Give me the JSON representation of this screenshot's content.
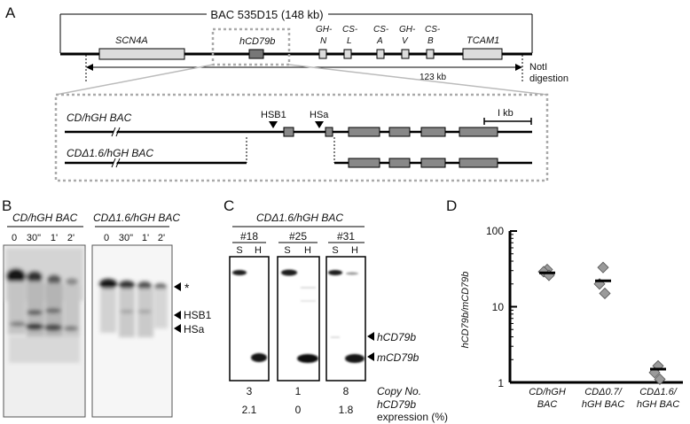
{
  "panels": {
    "a": {
      "letter": "A",
      "bac_label": "BAC 535D15 (148 kb)",
      "genes": {
        "scn4a": "SCN4A",
        "hcd79b": "hCD79b",
        "ghn_1": "GH-",
        "ghn_2": "N",
        "csl_1": "CS-",
        "csl_2": "L",
        "csa_1": "CS-",
        "csa_2": "A",
        "ghv_1": "GH-",
        "ghv_2": "V",
        "csb_1": "CS-",
        "csb_2": "B",
        "tcam1": "TCAM1"
      },
      "digest_size": "123 kb",
      "noti_1": "NotI",
      "noti_2": "digestion",
      "zoom": {
        "construct_full": "CD/hGH BAC",
        "construct_deleted": "CDΔ1.6/hGH BAC",
        "hsb1": "HSB1",
        "hsa": "HSa",
        "scale": "I kb"
      }
    },
    "b": {
      "letter": "B",
      "gel1_title": "CD/hGH BAC",
      "gel2_title": "CDΔ1.6/hGH BAC",
      "lanes": [
        "0",
        "30\"",
        "1'",
        "2'"
      ],
      "band_star": "*",
      "band_hsb1": "HSB1",
      "band_hsa": "HSa"
    },
    "c": {
      "letter": "C",
      "title": "CDΔ1.6/hGH BAC",
      "lines": [
        {
          "id": "#18",
          "copy": "3",
          "expr": "2.1"
        },
        {
          "id": "#25",
          "copy": "1",
          "expr": "0"
        },
        {
          "id": "#31",
          "copy": "8",
          "expr": "1.8"
        }
      ],
      "lane_s": "S",
      "lane_h": "H",
      "band_hcd79b": "hCD79b",
      "band_mcd79b": "mCD79b",
      "copy_label": "Copy No.",
      "expr_label_1": "hCD79b",
      "expr_label_2": "expression (%)"
    },
    "d": {
      "letter": "D",
      "ylabel": "hCD79b/mCD79b",
      "yticks": [
        "100",
        "10",
        "1"
      ],
      "x1_1": "CD/hGH",
      "x1_2": "BAC",
      "x2_1": "CDΔ0.7/",
      "x2_2": "hGH BAC",
      "x3_1": "CDΔ1.6/",
      "x3_2": "hGH BAC"
    }
  },
  "chart_data": {
    "type": "scatter",
    "categories": [
      "CD/hGH BAC",
      "CDΔ0.7/ hGH BAC",
      "CDΔ1.6/ hGH BAC"
    ],
    "ylabel": "hCD79b/mCD79b",
    "yscale": "log",
    "ylim": [
      1,
      100
    ],
    "points": [
      {
        "category": 0,
        "values": [
          31,
          29,
          26
        ]
      },
      {
        "category": 1,
        "values": [
          33,
          20,
          15
        ]
      },
      {
        "category": 2,
        "values": [
          1.65,
          1.35,
          1.1
        ]
      }
    ],
    "means": [
      28,
      22,
      1.5
    ],
    "marker_color": "#9a9a9a"
  }
}
